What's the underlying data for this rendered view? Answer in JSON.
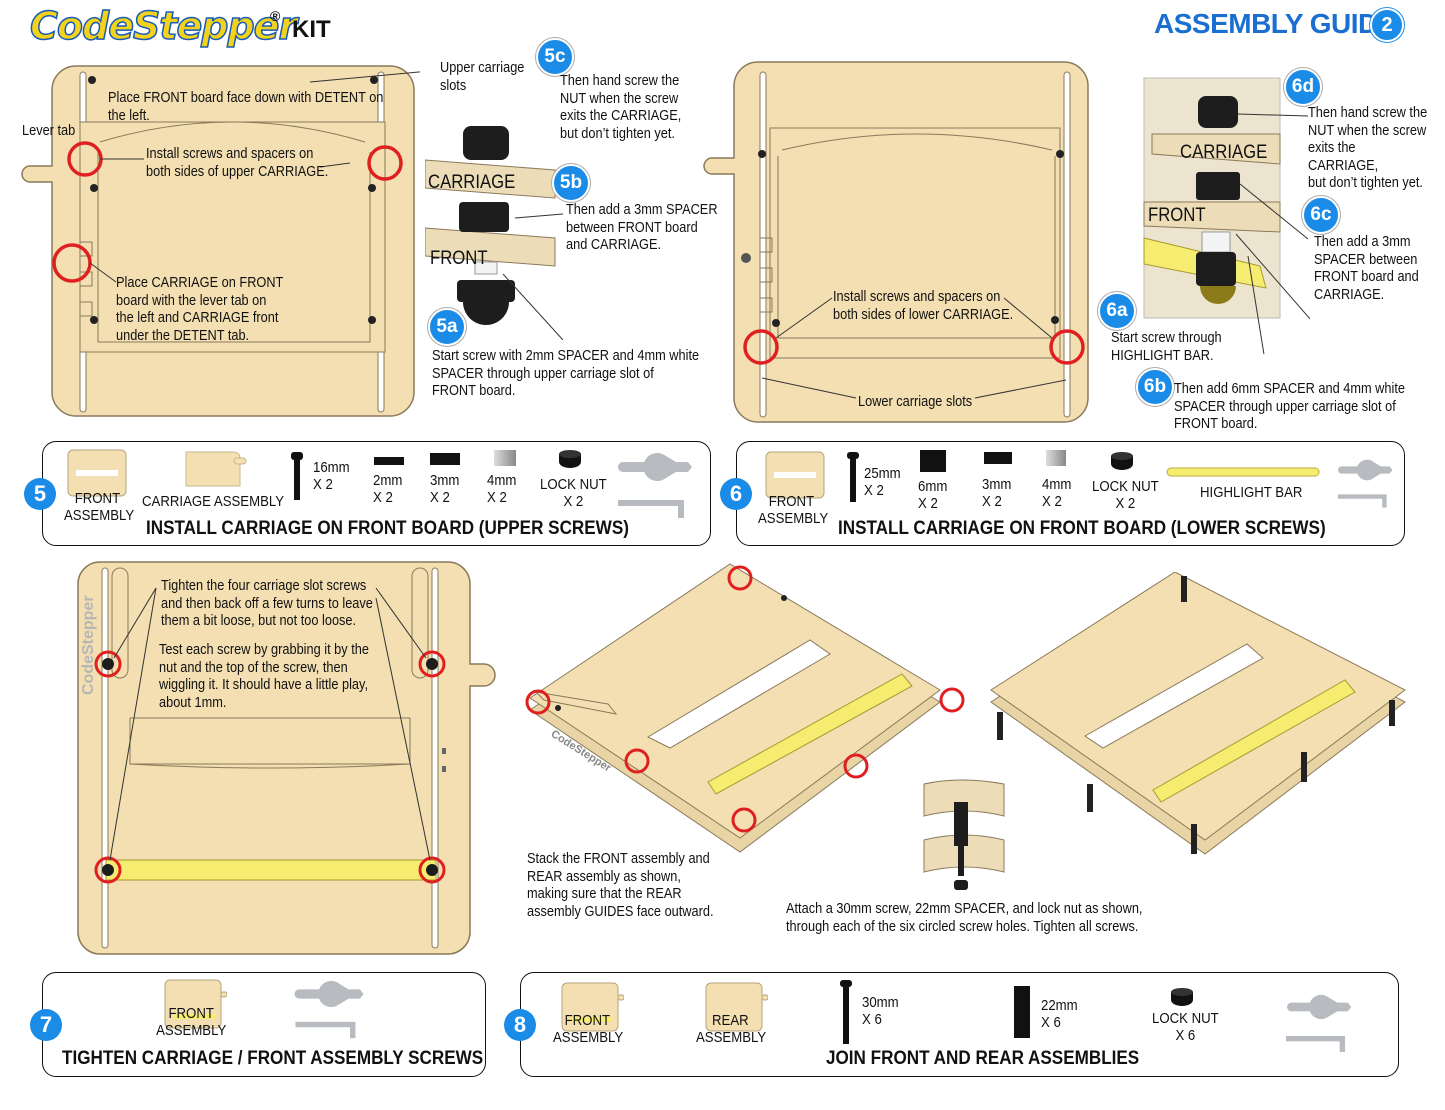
{
  "header": {
    "brand": "CodeStepper",
    "reg_mark": "®",
    "kit_label": "KIT",
    "guide_title": "ASSEMBLY GUIDE",
    "guide_number": "2"
  },
  "step5": {
    "callouts": {
      "upper_slots": "Upper carriage\nslots",
      "lever_tab": "Lever tab",
      "place_front": "Place FRONT board face down with DETENT on\nthe left.",
      "install_screws": "Install screws and spacers on\nboth sides of upper CARRIAGE.",
      "place_carriage": "Place CARRIAGE on FRONT\nboard with the lever tab on\nthe left and CARRIAGE front\nunder the DETENT tab."
    },
    "detail": {
      "badge_5c": "5c",
      "text_5c": "Then hand screw the\nNUT when the screw\nexits the CARRIAGE,\nbut don’t tighten yet.",
      "badge_5b": "5b",
      "text_5b": "Then add a 3mm SPACER\nbetween FRONT board\nand CARRIAGE.",
      "badge_5a": "5a",
      "text_5a": "Start screw with 2mm SPACER and 4mm white\nSPACER through upper carriage slot of\nFRONT board.",
      "carriage_label": "CARRIAGE",
      "front_label": "FRONT"
    },
    "panel": {
      "number": "5",
      "title": "INSTALL CARRIAGE ON FRONT BOARD (UPPER SCREWS)",
      "parts": [
        {
          "label": "FRONT\nASSEMBLY"
        },
        {
          "label": "CARRIAGE ASSEMBLY"
        },
        {
          "label": "16mm\nX 2"
        },
        {
          "label": "2mm\nX 2"
        },
        {
          "label": "3mm\nX 2"
        },
        {
          "label": "4mm\nX 2"
        },
        {
          "label": "LOCK NUT\nX 2"
        }
      ]
    }
  },
  "step6": {
    "callouts": {
      "install_lower": "Install screws and spacers on\nboth sides of lower CARRIAGE.",
      "lower_slots": "Lower carriage slots"
    },
    "detail": {
      "badge_6d": "6d",
      "text_6d": "Then hand screw the\nNUT when the screw\nexits the CARRIAGE,\nbut don’t tighten yet.",
      "badge_6c": "6c",
      "text_6c": "Then add a 3mm\nSPACER between\nFRONT board and\nCARRIAGE.",
      "badge_6a": "6a",
      "text_6a": "Start screw through\nHIGHLIGHT BAR.",
      "badge_6b": "6b",
      "text_6b": "Then add 6mm SPACER and 4mm white\nSPACER through upper carriage slot of\nFRONT board.",
      "carriage_label": "CARRIAGE",
      "front_label": "FRONT"
    },
    "panel": {
      "number": "6",
      "title": "INSTALL CARRIAGE ON FRONT BOARD (LOWER SCREWS)",
      "parts": [
        {
          "label": "FRONT\nASSEMBLY"
        },
        {
          "label": "25mm\nX 2"
        },
        {
          "label": "6mm\nX 2"
        },
        {
          "label": "3mm\nX 2"
        },
        {
          "label": "4mm\nX 2"
        },
        {
          "label": "LOCK NUT\nX 2"
        },
        {
          "label": "HIGHLIGHT BAR"
        }
      ]
    }
  },
  "step7": {
    "callouts": {
      "tighten": "Tighten the four carriage slot screws\nand then back off a few turns to leave\nthem a bit loose, but not too loose.",
      "test": "Test each screw by grabbing it by the\nnut and the top of the screw, then\nwiggling it.  It should have a little play,\nabout 1mm."
    },
    "board_brand": "CodeStepper",
    "panel": {
      "number": "7",
      "title": "TIGHTEN CARRIAGE / FRONT ASSEMBLY SCREWS",
      "parts": [
        {
          "label": "FRONT\nASSEMBLY"
        }
      ]
    }
  },
  "step8": {
    "callouts": {
      "stack": "Stack the FRONT assembly and\nREAR assembly as shown,\nmaking sure that the REAR\nassembly GUIDES face outward.",
      "attach": "Attach a 30mm screw, 22mm SPACER, and lock nut as shown,\nthrough each of the six circled screw holes.  Tighten all screws."
    },
    "board_brand": "CodeStepper",
    "panel": {
      "number": "8",
      "title": "JOIN FRONT AND REAR ASSEMBLIES",
      "parts": [
        {
          "label": "FRONT\nASSEMBLY"
        },
        {
          "label": "REAR\nASSEMBLY"
        },
        {
          "label": "30mm\nX 6"
        },
        {
          "label": "22mm\nX 6"
        },
        {
          "label": "LOCK NUT\nX 6"
        }
      ]
    }
  },
  "colors": {
    "board": "#f3dfb1",
    "board_edge": "#8a7a5a",
    "accent_blue": "#1a8ce8",
    "title_blue": "#1a6fd0",
    "highlight_red": "#e02020",
    "highlight_bar": "#f5ec70"
  },
  "icons": [
    "wrench-icon",
    "hex-key-icon",
    "screw-icon",
    "spacer-icon",
    "lock-nut-icon"
  ]
}
